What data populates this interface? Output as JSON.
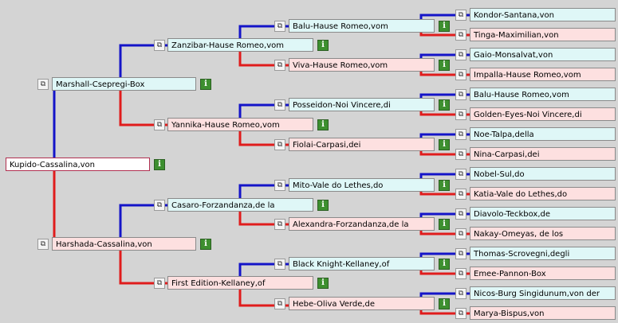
{
  "pedigree": {
    "root": "Kupido-Cassalina,von",
    "gen1": [
      "Marshall-Csepregi-Box",
      "Harshada-Cassalina,von"
    ],
    "gen2": [
      "Zanzibar-Hause Romeo,vom",
      "Yannika-Hause Romeo,vom",
      "Casaro-Forzandanza,de la",
      "First Edition-Kellaney,of"
    ],
    "gen3": [
      "Balu-Hause Romeo,vom",
      "Viva-Hause Romeo,vom",
      "Posseidon-Noi Vincere,di",
      "Fiolai-Carpasi,dei",
      "Mito-Vale do Lethes,do",
      "Alexandra-Forzandanza,de la",
      "Black Knight-Kellaney,of",
      "Hebe-Oliva Verde,de"
    ],
    "gen4": [
      "Kondor-Santana,von",
      "Tinga-Maximilian,von",
      "Gaio-Monsalvat,von",
      "Impalla-Hause Romeo,vom",
      "Balu-Hause Romeo,vom",
      "Golden-Eyes-Noi Vincere,di",
      "Noe-Talpa,della",
      "Nina-Carpasi,dei",
      "Nobel-Sul,do",
      "Katia-Vale do Lethes,do",
      "Diavolo-Teckbox,de",
      "Nakay-Omeyas, de los",
      "Thomas-Scrovegni,degli",
      "Emee-Pannon-Box",
      "Nicos-Burg Singidunum,von der",
      "Marya-Bispus,von"
    ]
  },
  "icons": {
    "pedigree": "pedigree-icon",
    "info": "info-icon",
    "info_glyph": "i"
  },
  "colors": {
    "sire_line": "#1414c8",
    "dam_line": "#e01c1c",
    "male_box": "#dff7f7",
    "female_box": "#fde0e0"
  }
}
